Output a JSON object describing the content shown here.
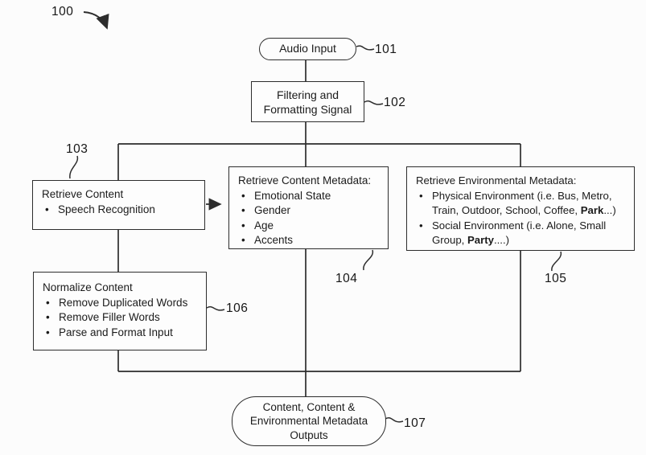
{
  "figure": {
    "ref": "100"
  },
  "colors": {
    "line": "#2d2d2d",
    "text": "#1b1b1b",
    "background": "#fcfcfc"
  },
  "nodes": {
    "audio_input": {
      "ref": "101",
      "label": "Audio Input"
    },
    "filtering": {
      "ref": "102",
      "label": "Filtering and Formatting Signal"
    },
    "retrieve_content": {
      "ref": "103",
      "title": "Retrieve Content",
      "bullets": [
        "Speech Recognition"
      ]
    },
    "content_metadata": {
      "ref": "104",
      "title": "Retrieve Content Metadata:",
      "bullets": [
        "Emotional State",
        "Gender",
        "Age",
        "Accents"
      ]
    },
    "environmental_metadata": {
      "ref": "105",
      "title": "Retrieve Environmental Metadata:",
      "bullets": [
        {
          "pre": "Physical Environment (i.e. Bus, Metro, Train, Outdoor, School, Coffee, ",
          "bold": "Park",
          "post": "...)"
        },
        {
          "pre": "Social Environment (i.e. Alone, Small Group, ",
          "bold": "Party",
          "post": "....)"
        }
      ]
    },
    "normalize_content": {
      "ref": "106",
      "title": "Normalize Content",
      "bullets": [
        "Remove Duplicated Words",
        "Remove Filler Words",
        "Parse and Format Input"
      ]
    },
    "outputs": {
      "ref": "107",
      "label": "Content, Content & Environmental Metadata Outputs"
    }
  }
}
